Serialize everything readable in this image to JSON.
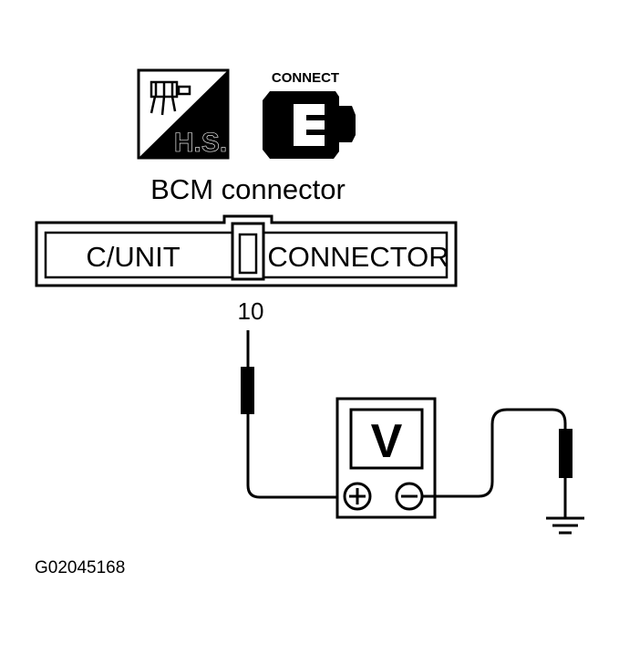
{
  "icons": {
    "harness_side_label": "H.S.",
    "connect_label": "CONNECT"
  },
  "connector": {
    "title": "BCM connector",
    "left_label": "C/UNIT",
    "right_label": "CONNECTOR",
    "terminal": "10"
  },
  "voltmeter": {
    "display": "V",
    "positive_symbol": "+",
    "negative_symbol": "−"
  },
  "figure_id": "G02045168"
}
